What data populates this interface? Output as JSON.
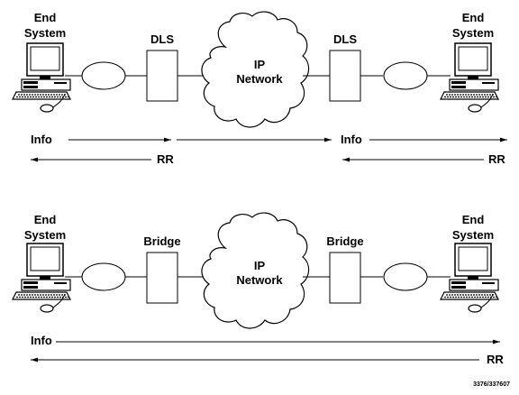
{
  "top": {
    "left_system": [
      "End",
      "System"
    ],
    "right_system": [
      "End",
      "System"
    ],
    "left_device": "DLS",
    "right_device": "DLS",
    "network": [
      "IP",
      "Network"
    ],
    "flow_left_forward": "Info",
    "flow_left_back": "RR",
    "flow_right_forward": "Info",
    "flow_right_back": "RR"
  },
  "bottom": {
    "left_system": [
      "End",
      "System"
    ],
    "right_system": [
      "End",
      "System"
    ],
    "left_device": "Bridge",
    "right_device": "Bridge",
    "network": [
      "IP",
      "Network"
    ],
    "flow_forward": "Info",
    "flow_back": "RR"
  },
  "figure_id": "3376/337607"
}
